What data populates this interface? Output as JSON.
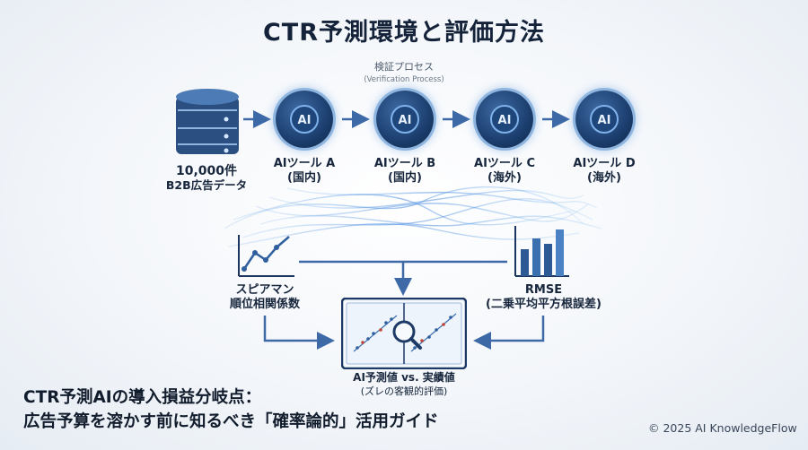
{
  "header": {
    "title": "CTR予測環境と評価方法",
    "process_label": "検証プロセス",
    "process_label_en": "(Verification Process)"
  },
  "dataset": {
    "count": "10,000件",
    "description": "B2B広告データ",
    "icon": "database-icon"
  },
  "ai_tools": [
    {
      "badge": "AI",
      "name": "AIツール A",
      "origin": "(国内)"
    },
    {
      "badge": "AI",
      "name": "AIツール B",
      "origin": "(国内)"
    },
    {
      "badge": "AI",
      "name": "AIツール C",
      "origin": "(海外)"
    },
    {
      "badge": "AI",
      "name": "AIツール D",
      "origin": "(海外)"
    }
  ],
  "metrics": {
    "spearman": {
      "line1": "スピアマン",
      "line2": "順位相関係数",
      "icon": "line-chart-icon"
    },
    "rmse": {
      "line1": "RMSE",
      "line2": "(二乗平均平方根誤差)",
      "icon": "bar-chart-icon"
    }
  },
  "result": {
    "line1": "AI予測値 vs. 実績値",
    "line2": "(ズレの客観的評価)",
    "icon": "magnifier-icon"
  },
  "footer": {
    "headline1": "CTR予測AIの導入損益分岐点：",
    "headline2": "広告予算を溶かす前に知るべき「確率論的」活用ガイド",
    "copyright": "© 2025 AI KnowledgeFlow"
  },
  "colors": {
    "navy": "#14233a",
    "accent_blue": "#2f5f9e",
    "glow": "#7fb1ea",
    "arrow": "#3d6aa6"
  }
}
